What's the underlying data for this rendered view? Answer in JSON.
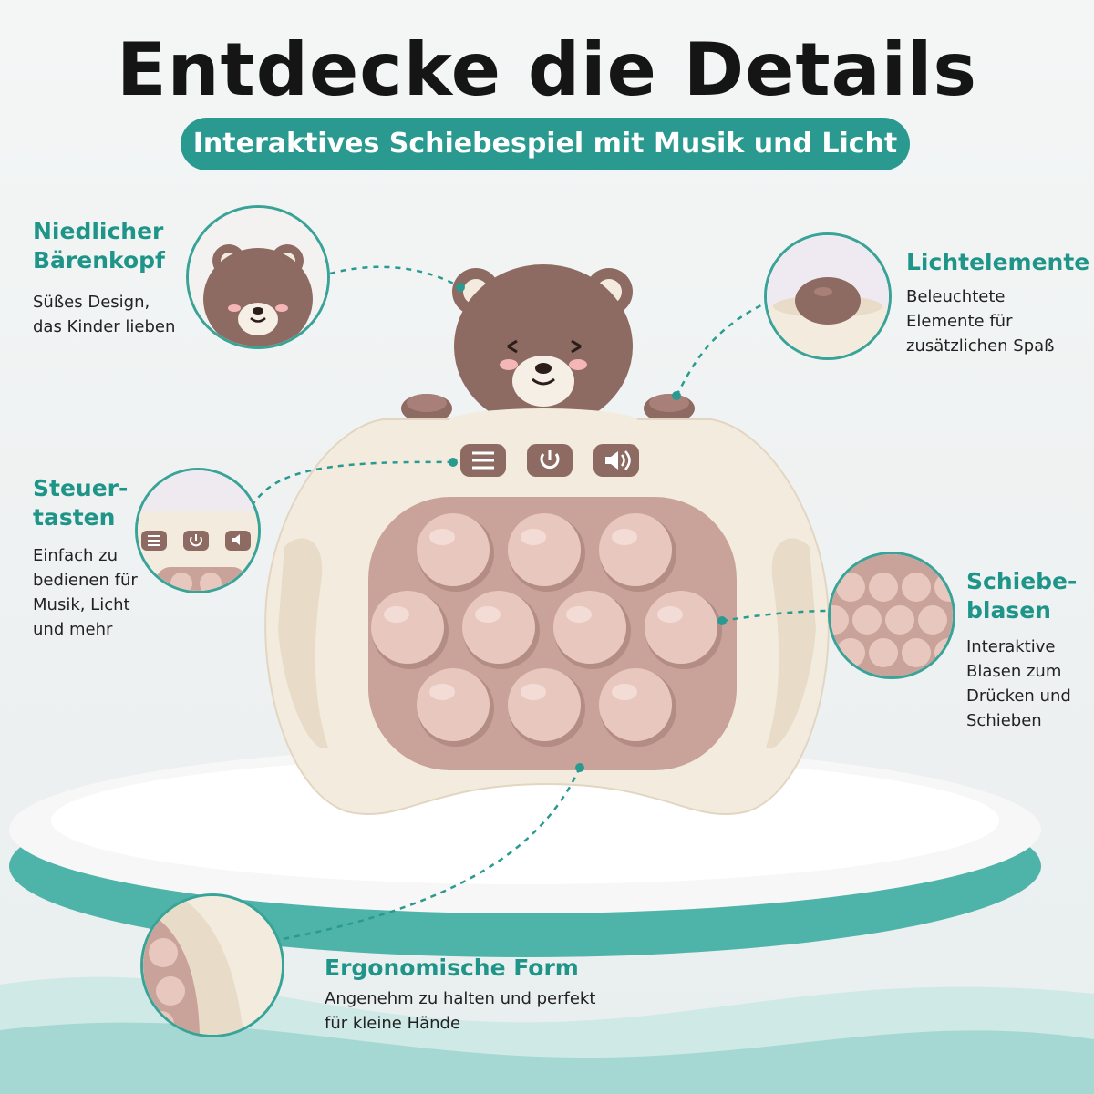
{
  "header": {
    "title": "Entdecke die Details",
    "subtitle": "Interaktives Schiebespiel mit Musik und Licht"
  },
  "features": {
    "baerenkopf": {
      "title_line1": "Niedlicher",
      "title_line2": "Bärenkopf",
      "desc_line1": "Süßes Design,",
      "desc_line2": "das Kinder lieben"
    },
    "licht": {
      "title": "Lichtelemente",
      "desc_line1": "Beleuchtete",
      "desc_line2": "Elemente für",
      "desc_line3": "zusätzlichen Spaß"
    },
    "steuer": {
      "title_line1": "Steuer-",
      "title_line2": "tasten",
      "desc_line1": "Einfach zu",
      "desc_line2": "bedienen für",
      "desc_line3": "Musik, Licht",
      "desc_line4": "und mehr"
    },
    "blasen": {
      "title_line1": "Schiebe-",
      "title_line2": "blasen",
      "desc_line1": "Interaktive",
      "desc_line2": "Blasen zum",
      "desc_line3": "Drücken und",
      "desc_line4": "Schieben"
    },
    "form": {
      "title": "Ergonomische Form",
      "desc_line1": "Angenehm zu halten und perfekt",
      "desc_line2": "für kleine Hände"
    }
  },
  "colors": {
    "accent": "#2a9a90",
    "toy_body": "#f3ecde",
    "bear": "#8e6b62",
    "bubble": "#e8c7be",
    "panel": "#c9a29a"
  },
  "icons": [
    "menu-icon",
    "power-icon",
    "speaker-icon"
  ]
}
